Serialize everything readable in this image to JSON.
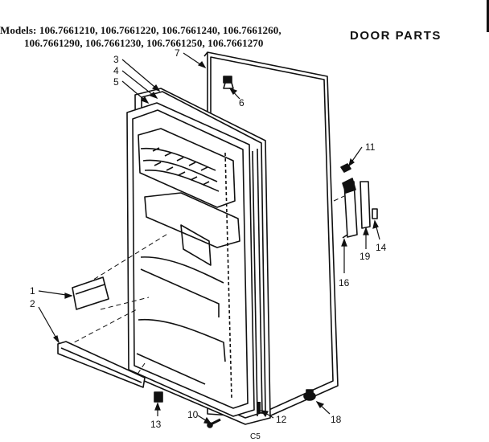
{
  "header": {
    "models_label": "Models:",
    "models_line1": "106.7661210, 106.7661220, 106.7661240, 106.7661260,",
    "models_line2": "106.7661290, 106.7661230, 106.7661250, 106.7661270",
    "title": "DOOR PARTS"
  },
  "callouts": {
    "p1": "1",
    "p2": "2",
    "p3": "3",
    "p4": "4",
    "p5": "5",
    "p6": "6",
    "p7": "7",
    "p10": "10",
    "p11": "11",
    "p12": "12",
    "p13": "13",
    "p14": "14",
    "p16": "16",
    "p18": "18",
    "p19": "19"
  },
  "footer": {
    "code": "C5"
  }
}
